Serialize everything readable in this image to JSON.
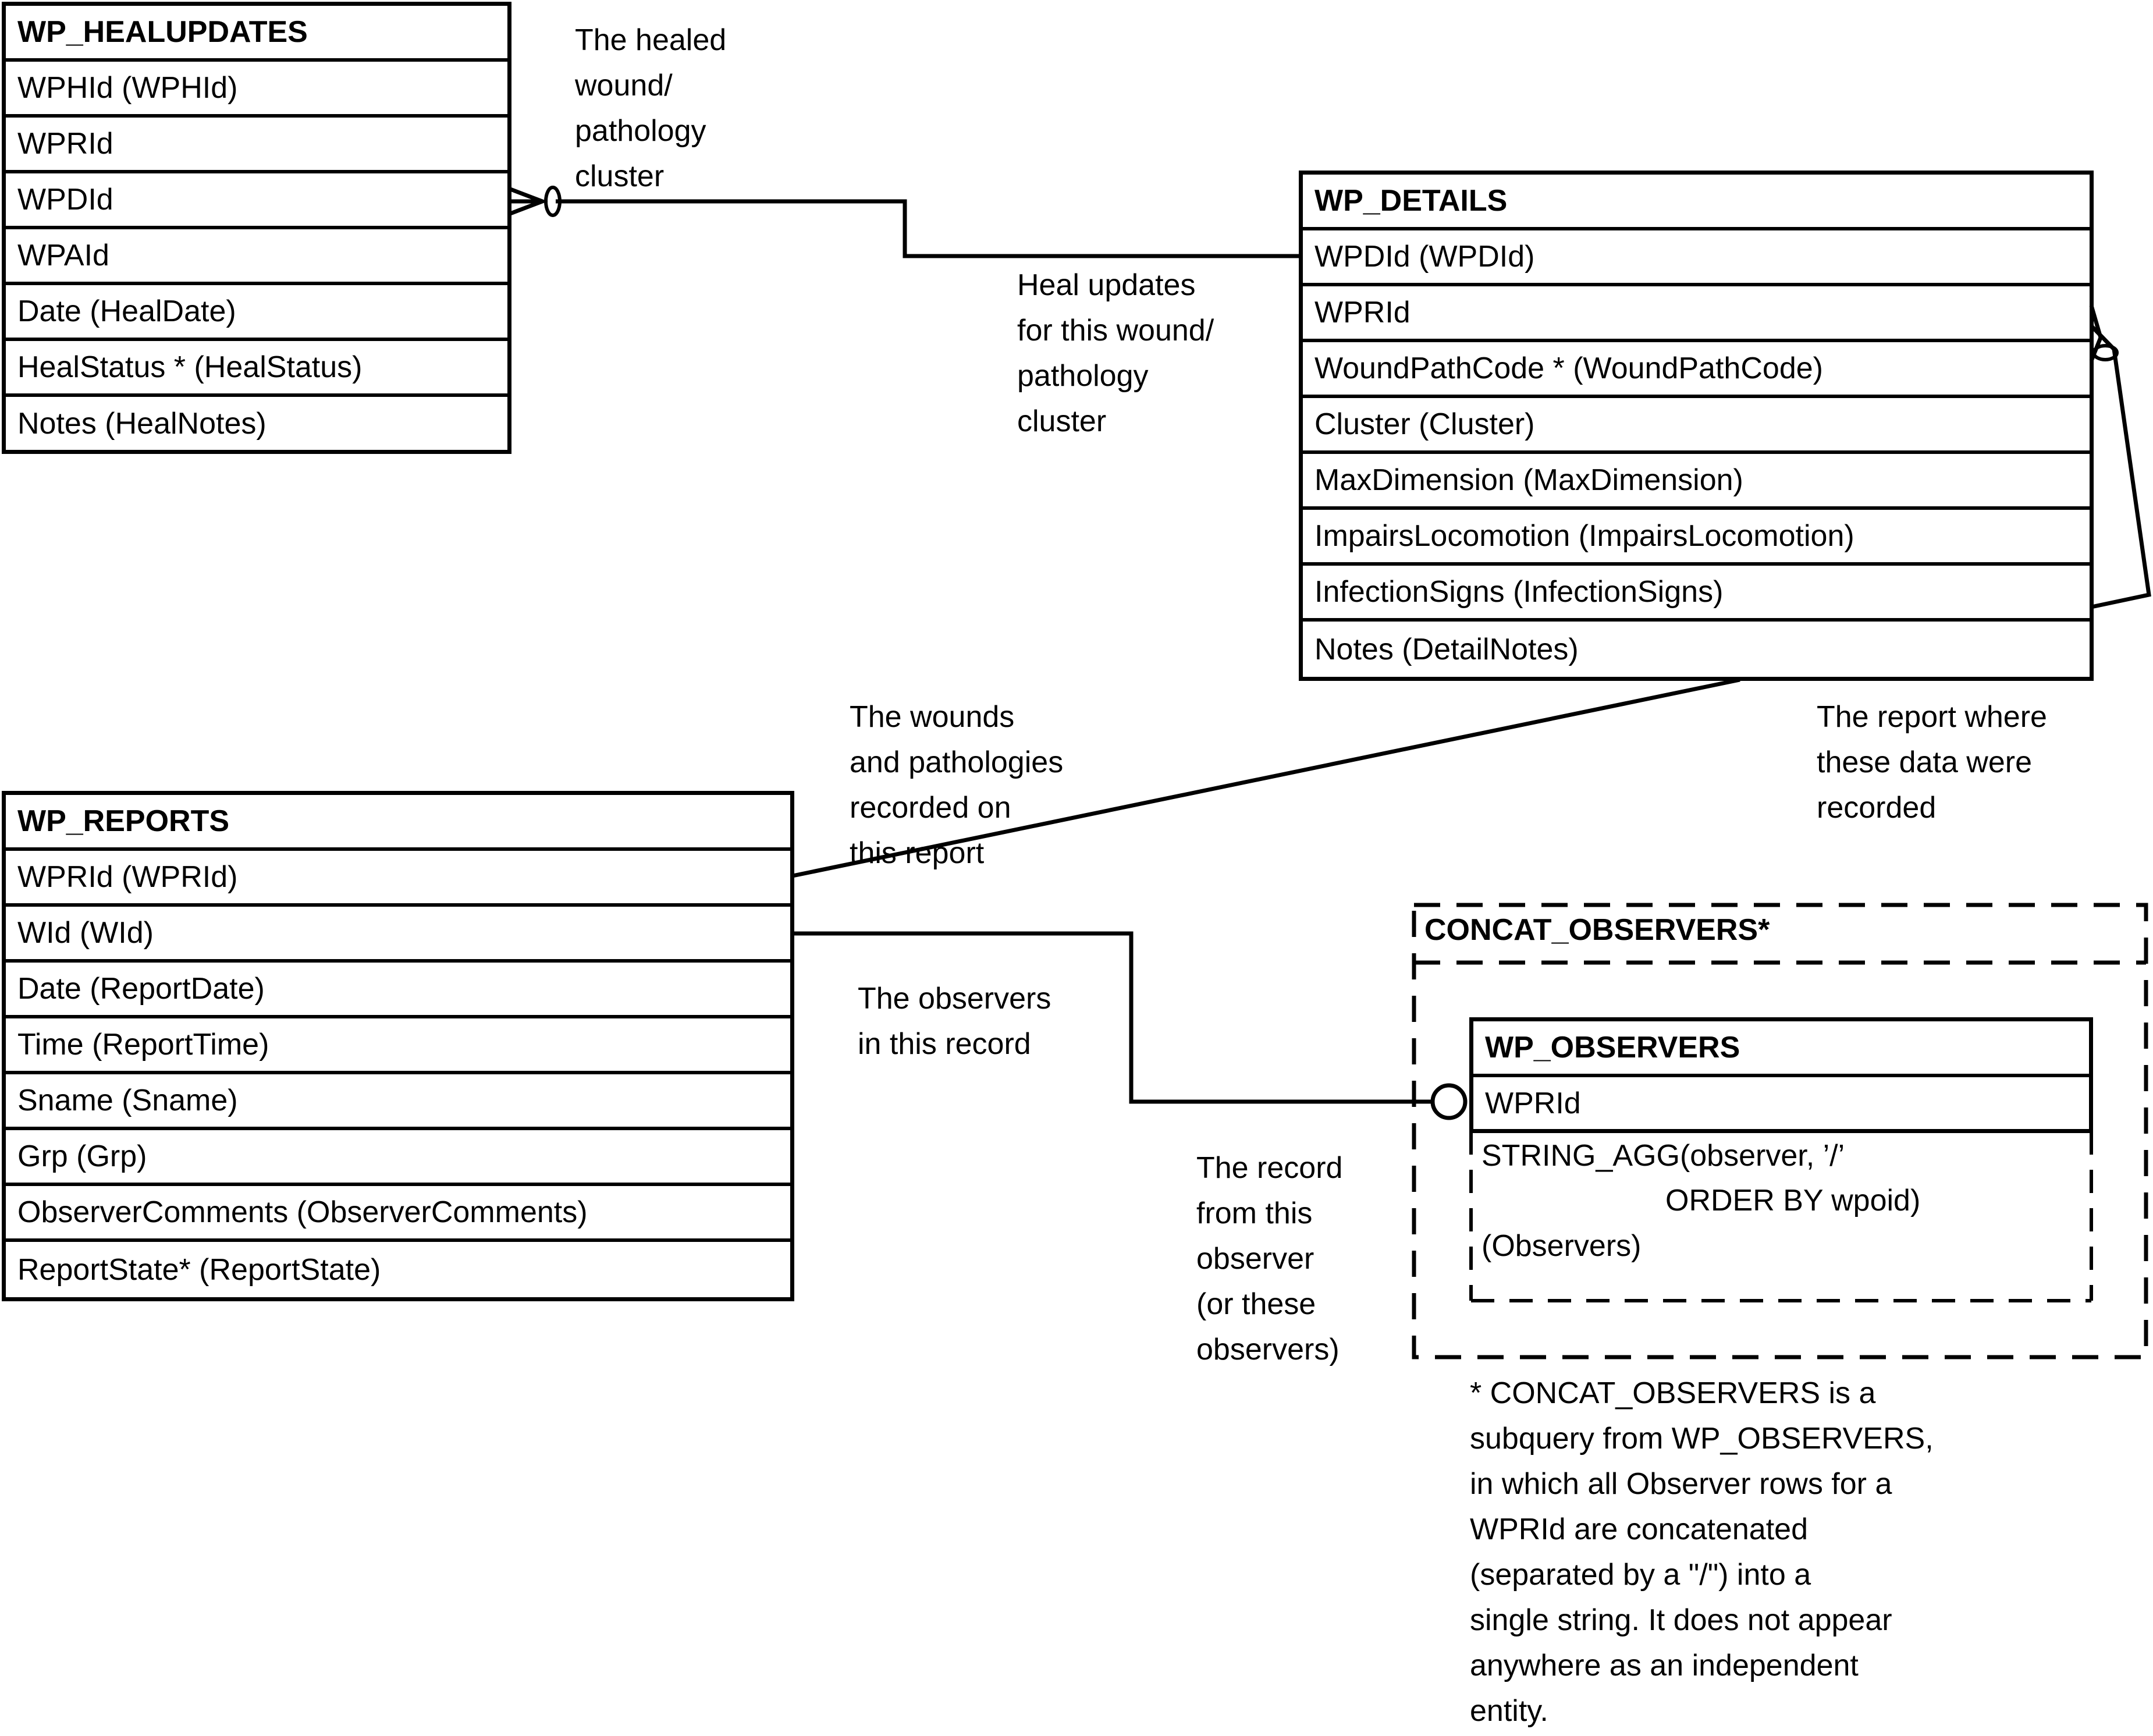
{
  "entities": {
    "healupdates": {
      "title": "WP_HEALUPDATES",
      "fields": [
        "WPHId (WPHId)",
        "WPRId",
        "WPDId",
        "WPAId",
        "Date (HealDate)",
        "HealStatus * (HealStatus)",
        "Notes (HealNotes)"
      ]
    },
    "details": {
      "title": "WP_DETAILS",
      "fields": [
        "WPDId (WPDId)",
        "WPRId",
        "WoundPathCode * (WoundPathCode)",
        "Cluster (Cluster)",
        "MaxDimension (MaxDimension)",
        "ImpairsLocomotion (ImpairsLocomotion)",
        "InfectionSigns (InfectionSigns)",
        "Notes (DetailNotes)"
      ]
    },
    "reports": {
      "title": "WP_REPORTS",
      "fields": [
        "WPRId (WPRId)",
        "WId (WId)",
        "Date (ReportDate)",
        "Time (ReportTime)",
        "Sname (Sname)",
        "Grp (Grp)",
        "ObserverComments (ObserverComments)",
        "ReportState* (ReportState)"
      ]
    },
    "observers": {
      "title": "WP_OBSERVERS",
      "field": "WPRId",
      "agg_line1": "STRING_AGG(observer, ’/’",
      "agg_line2": "ORDER BY wpoid)",
      "agg_line3": "(Observers)"
    },
    "concat": {
      "title": "CONCAT_OBSERVERS*"
    }
  },
  "annotations": {
    "healed_cluster": "The healed\nwound/\npathology\ncluster",
    "heal_updates": "Heal updates\nfor this wound/\npathology\ncluster",
    "wounds_recorded": "The wounds\nand pathologies\nrecorded on\nthis report",
    "report_where": "The report where\nthese data were\nrecorded",
    "observers_record": "The observers\nin this record",
    "record_from_observer": "The record\nfrom this\nobserver\n(or these\nobservers)",
    "footnote": "* CONCAT_OBSERVERS is a\nsubquery from WP_OBSERVERS,\nin which all Observer rows for a\nWPRId are concatenated\n(separated by a \"/\") into a\nsingle string. It does not appear\nanywhere as an independent\nentity."
  }
}
